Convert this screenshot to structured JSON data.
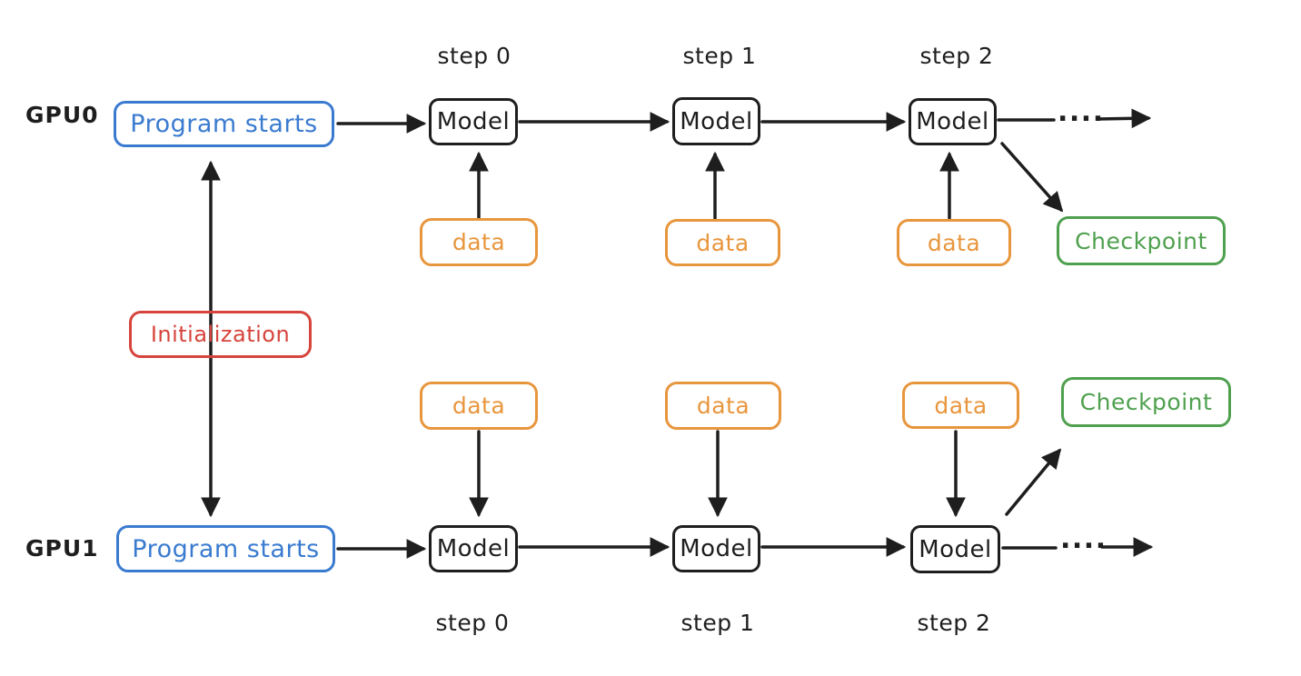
{
  "labels": {
    "gpu0": "GPU0",
    "gpu1": "GPU1",
    "program_starts": "Program starts",
    "initialization": "Initialization",
    "model": "Model",
    "data": "data",
    "checkpoint": "Checkpoint",
    "dots": "...."
  },
  "steps": {
    "s0": "step 0",
    "s1": "step 1",
    "s2": "step 2"
  },
  "colors": {
    "ink": "#1e1e1e",
    "blue": "#3a7bd0",
    "red": "#d6443c",
    "orange": "#e8963d",
    "green": "#4fa04f",
    "canvas": "#ffffff"
  }
}
